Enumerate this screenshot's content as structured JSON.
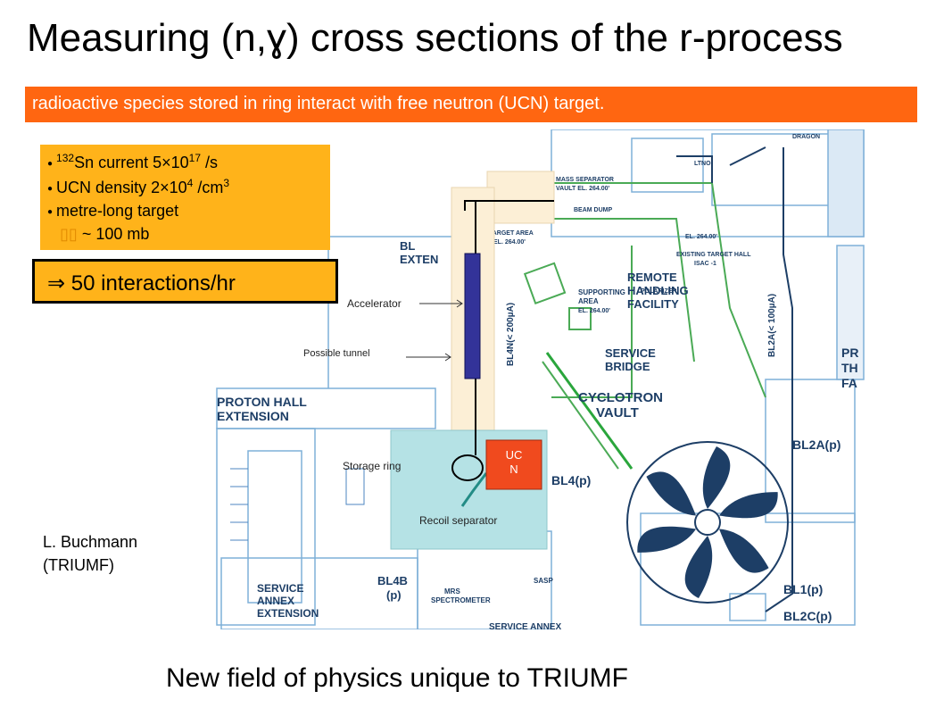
{
  "title": "Measuring (n,ɣ) cross sections of the r-process",
  "banner": "radioactive species stored in ring interact with free neutron (UCN) target.",
  "info": {
    "items": [
      {
        "pre": "",
        "sup1": "132",
        "mid": "Sn current 5×10",
        "sup2": "17",
        "post": " /s"
      },
      {
        "pre": "UCN density 2×10",
        "sup1": "4",
        "mid": " /cm",
        "sup2": "3",
        "post": ""
      },
      {
        "pre": "metre-long target",
        "sup1": "",
        "mid": "",
        "sup2": "",
        "post": ""
      }
    ],
    "cross_section": "~ 100 mb"
  },
  "result": "⇒ 50 interactions/hr",
  "author_line1": "L. Buchmann",
  "author_line2": "(TRIUMF)",
  "footer": "New field of physics unique to TRIUMF",
  "overlay": {
    "accelerator": "Accelerator",
    "tunnel": "Possible tunnel",
    "storage_ring": "Storage ring",
    "recoil_separator": "Recoil separator",
    "ucn_line1": "UC",
    "ucn_line2": "N"
  },
  "map_labels": {
    "mass_separator": "MASS SEPARATOR",
    "vault_el": "VAULT EL. 264.00'",
    "beam_dump": "BEAM DUMP",
    "target_area": "TARGET AREA",
    "el_264": "EL. 264.00'",
    "existing_target_hall": "EXISTING TARGET HALL",
    "isac": "ISAC -1",
    "remote_handling": "REMOTE",
    "remote_handling2": "HANDLING",
    "remote_handling3": "FACILITY",
    "supporting_area": "SUPPORTING",
    "supporting_area2": "AREA",
    "supporting_el": "EL. 264.00'",
    "service_bridge": "SERVICE",
    "service_bridge2": "BRIDGE",
    "cyclotron_vault": "CYCLOTRON",
    "cyclotron_vault2": "VAULT",
    "bl4n": "BL4N(< 200µA)",
    "bl2a_vert": "BL2A(< 100µA)",
    "proton_hall": "PROTON HALL",
    "proton_hall2": "EXTENSION",
    "bl_ext": "BL",
    "bl_ext2": "EXTEN",
    "bl2a_p": "BL2A(p)",
    "bl4_p": "BL4(p)",
    "bl1_p": "BL1(p)",
    "bl2c_p": "BL2C(p)",
    "bl4b": "BL4B",
    "bl4b2": "(p)",
    "service_annex": "SERVICE",
    "service_annex2": "ANNEX",
    "service_annex3": "EXTENSION",
    "mrs": "MRS",
    "mrs2": "SPECTROMETER",
    "sasp": "SASP",
    "service_annex_bottom": "SERVICE ANNEX",
    "polarizer": "POLARIZER",
    "ltno": "LTNO",
    "dragon": "DRAGON",
    "right_pr": "PR",
    "right_th": "TH",
    "right_fa": "FA"
  }
}
